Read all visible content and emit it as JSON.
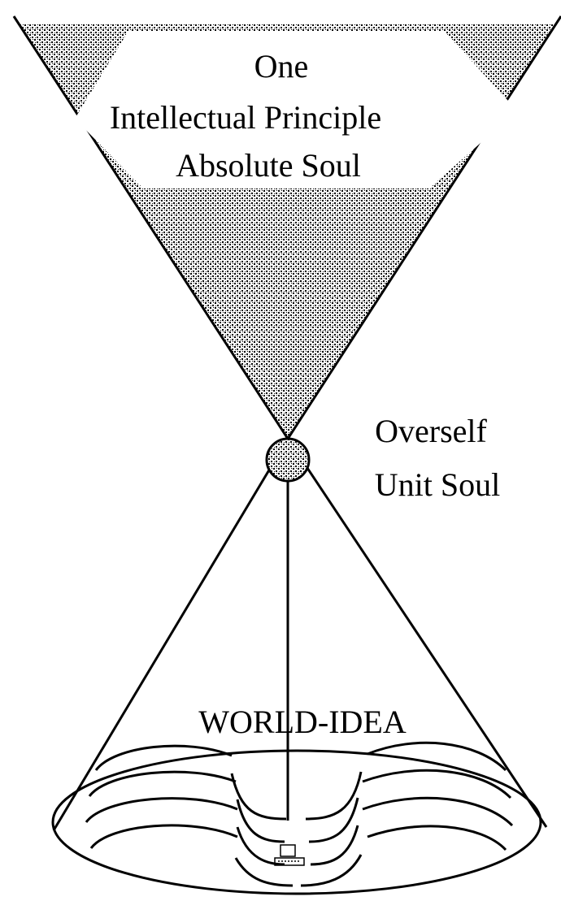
{
  "top_labels": [
    "One",
    "Intellectual Principle",
    "Absolute Soul"
  ],
  "middle_labels": [
    "Overself",
    "Unit Soul"
  ],
  "bottom_label": "WORLD-IDEA"
}
